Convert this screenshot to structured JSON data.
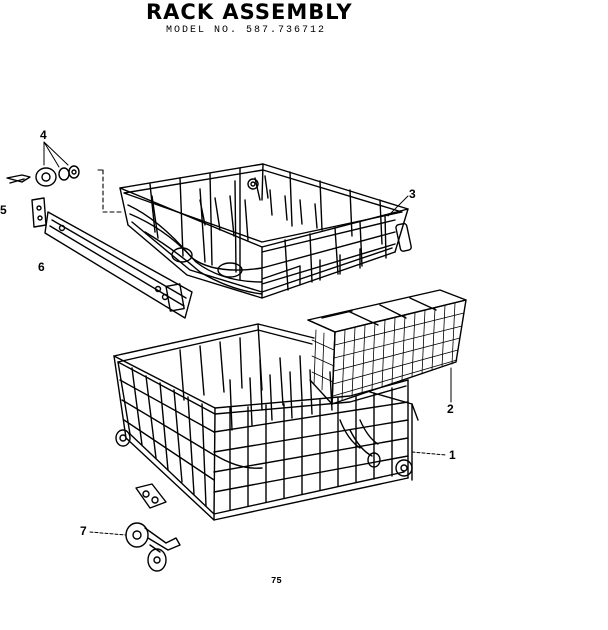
{
  "header": {
    "title": "RACK ASSEMBLY",
    "model": "MODEL NO. 587.736712"
  },
  "callouts": {
    "c1": "1",
    "c2": "2",
    "c3": "3",
    "c4": "4",
    "c5": "5",
    "c6": "6",
    "c7": "7"
  },
  "footer": {
    "page": "75"
  },
  "colors": {
    "ink": "#000000",
    "paper": "#ffffff"
  }
}
